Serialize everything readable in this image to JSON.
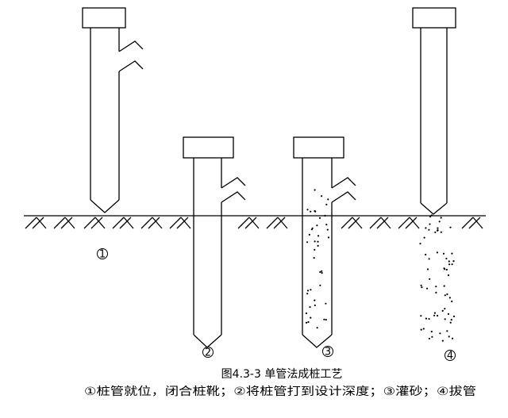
{
  "caption": {
    "title": "图4.3-3 单管法成桩工艺",
    "subtitle": "①桩管就位，闭合桩靴；②将桩管打到设计深度；③灌砂；④拔管"
  },
  "steps": [
    {
      "marker": "①",
      "description": "桩管就位，闭合桩靴"
    },
    {
      "marker": "②",
      "description": "将桩管打到设计深度"
    },
    {
      "marker": "③",
      "description": "灌砂"
    },
    {
      "marker": "④",
      "description": "拔管"
    }
  ],
  "colors": {
    "line": "#000000",
    "background": "#ffffff"
  }
}
